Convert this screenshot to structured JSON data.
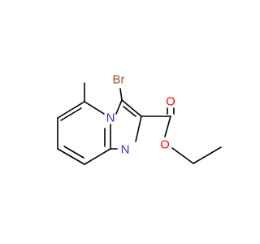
{
  "molecule": {
    "atoms": {
      "bromine": {
        "label": "Br",
        "color": "#a0522d"
      },
      "bridge_nitrogen": {
        "label": "N",
        "color": "#3333cc"
      },
      "ring_nitrogen": {
        "label": "N",
        "color": "#3333cc"
      },
      "carbonyl_oxygen": {
        "label": "O",
        "color": "#ff0000"
      },
      "ester_oxygen": {
        "label": "O",
        "color": "#ff0000"
      }
    },
    "bond_color": "#000000",
    "background": "#ffffff"
  }
}
